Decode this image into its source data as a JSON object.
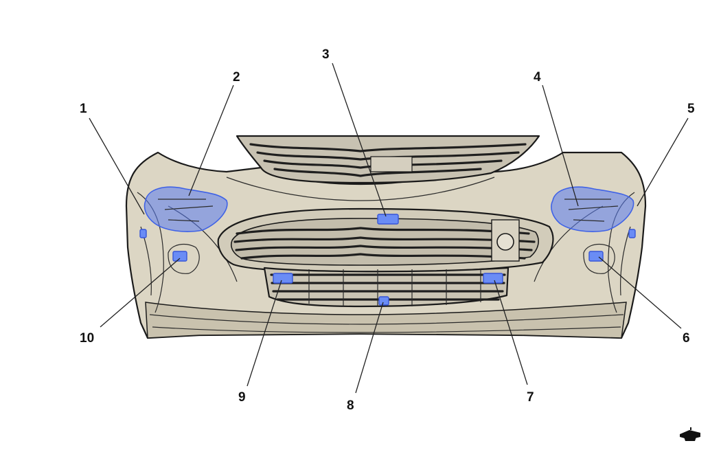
{
  "diagram": {
    "colors": {
      "bumper_fill": "#dcd6c4",
      "bumper_shade": "#c9c2ae",
      "grille_fill": "#c8c2b2",
      "highlight": "#5a7cf0",
      "line": "#1a1a1a"
    },
    "callouts": [
      {
        "id": "1",
        "label": "1"
      },
      {
        "id": "2",
        "label": "2"
      },
      {
        "id": "3",
        "label": "3"
      },
      {
        "id": "4",
        "label": "4"
      },
      {
        "id": "5",
        "label": "5"
      },
      {
        "id": "6",
        "label": "6"
      },
      {
        "id": "7",
        "label": "7"
      },
      {
        "id": "8",
        "label": "8"
      },
      {
        "id": "9",
        "label": "9"
      },
      {
        "id": "10",
        "label": "10"
      }
    ],
    "icons": {
      "corner_icon": "view-direction-icon"
    }
  }
}
